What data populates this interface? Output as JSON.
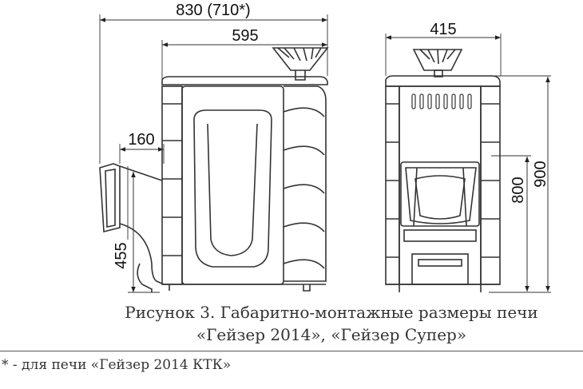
{
  "dimensions": {
    "overall_width": "830 (710*)",
    "body_width": "595",
    "tray_depth": "160",
    "firebox_height": "455",
    "front_width": "415",
    "height_body": "800",
    "height_total": "900"
  },
  "caption": {
    "line1": "Рисунок 3. Габаритно-монтажные размеры печи",
    "line2": "«Гейзер 2014», «Гейзер Супер»"
  },
  "footnote": "* - для печи «Гейзер 2014 КТК»",
  "colors": {
    "line": "#333333",
    "fill": "#ffffff",
    "text": "#222222"
  }
}
